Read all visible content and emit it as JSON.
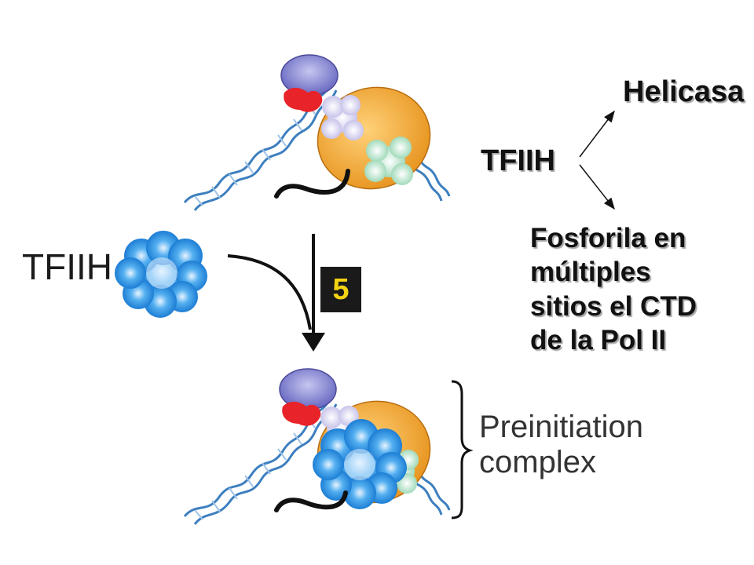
{
  "labels": {
    "helicasa": "Helicasa",
    "tfiih_right": "TFIIH",
    "fosforila_lines": [
      "Fosforila en",
      "múltiples",
      "sitios el CTD",
      "de la Pol II"
    ],
    "tfiih_left": "TFIIH",
    "step_number": "5",
    "preinitiation_lines": [
      "Preinitiation",
      "complex"
    ]
  },
  "colors": {
    "orange_pol": "#f2a52c",
    "tfiih_blue": "#1f8fe0",
    "dna_blue": "#3d7fbf",
    "tbp_purple": "#7f7fd0",
    "red_factor": "#e8232a",
    "lavender_factor": "#d7d4f0",
    "green_factor": "#bfe6cf",
    "badge_yellow": "#f4d312"
  }
}
